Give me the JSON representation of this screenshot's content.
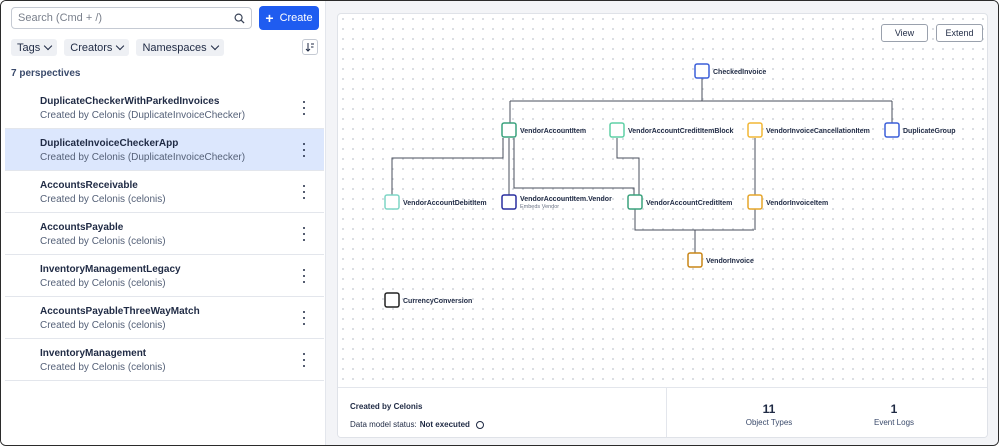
{
  "search": {
    "placeholder": "Search (Cmd + /)"
  },
  "create_button": {
    "label": "Create"
  },
  "filters": [
    {
      "label": "Tags"
    },
    {
      "label": "Creators"
    },
    {
      "label": "Namespaces"
    }
  ],
  "perspectives_count": "7 perspectives",
  "perspectives": [
    {
      "title": "DuplicateCheckerWithParkedInvoices",
      "subtitle": "Created by Celonis (DuplicateInvoiceChecker)"
    },
    {
      "title": "DuplicateInvoiceCheckerApp",
      "subtitle": "Created by Celonis (DuplicateInvoiceChecker)",
      "selected": true
    },
    {
      "title": "AccountsReceivable",
      "subtitle": "Created by Celonis (celonis)"
    },
    {
      "title": "AccountsPayable",
      "subtitle": "Created by Celonis (celonis)"
    },
    {
      "title": "InventoryManagementLegacy",
      "subtitle": "Created by Celonis (celonis)"
    },
    {
      "title": "AccountsPayableThreeWayMatch",
      "subtitle": "Created by Celonis (celonis)"
    },
    {
      "title": "InventoryManagement",
      "subtitle": "Created by Celonis (celonis)"
    }
  ],
  "toolbar": {
    "view_label": "View",
    "extend_label": "Extend"
  },
  "graph": {
    "nodes": [
      {
        "id": "checked-invoice",
        "label": "CheckedInvoice",
        "color": "#3b5fd9"
      },
      {
        "id": "vendor-account-item",
        "label": "VendorAccountItem",
        "color": "#3aa27d"
      },
      {
        "id": "vendor-account-credit-item-block",
        "label": "VendorAccountCreditItemBlock",
        "color": "#5fd0a6"
      },
      {
        "id": "vendor-invoice-cancellation-item",
        "label": "VendorInvoiceCancellationItem",
        "color": "#f2b735"
      },
      {
        "id": "duplicate-group",
        "label": "DuplicateGroup",
        "color": "#3b5fd9"
      },
      {
        "id": "vendor-account-debit-item",
        "label": "VendorAccountDebitItem",
        "color": "#7fd6c6"
      },
      {
        "id": "vendor-account-item-vendor",
        "label": "VendorAccountItem.Vendor",
        "sublabel": "Embeds Vendor",
        "color": "#2a2f9f"
      },
      {
        "id": "vendor-account-credit-item",
        "label": "VendorAccountCreditItem",
        "color": "#3aa27d"
      },
      {
        "id": "vendor-invoice-item",
        "label": "VendorInvoiceItem",
        "color": "#e6a52a"
      },
      {
        "id": "vendor-invoice",
        "label": "VendorInvoice",
        "color": "#c98516"
      },
      {
        "id": "currency-conversion",
        "label": "CurrencyConversion",
        "color": "#222222"
      }
    ]
  },
  "footer": {
    "created_by": "Created by Celonis",
    "status_label": "Data model status:",
    "status_value": "Not executed",
    "object_types_count": "11",
    "object_types_label": "Object Types",
    "event_logs_count": "1",
    "event_logs_label": "Event Logs"
  }
}
